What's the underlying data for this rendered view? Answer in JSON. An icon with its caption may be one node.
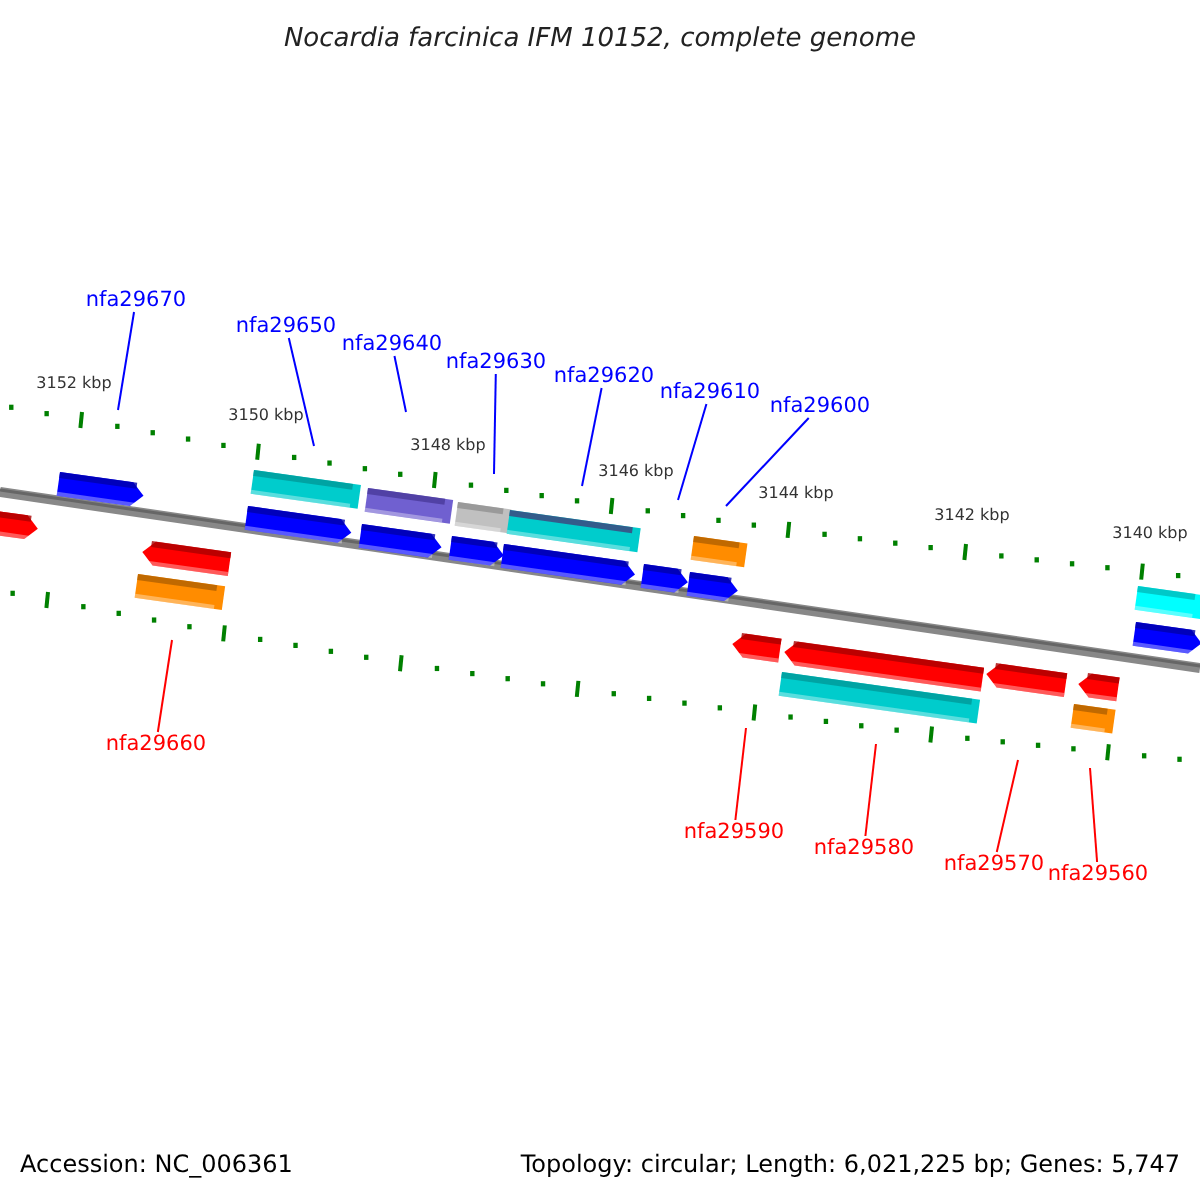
{
  "diagram": {
    "title": "Nocardia farcinica IFM 10152, complete genome",
    "nodes": [
      {
        "text": [
          "nfa29670"
        ]
      },
      {
        "text": [
          "nfa29650"
        ]
      },
      {
        "text": [
          "nfa29640"
        ]
      },
      {
        "text": [
          "nfa29630"
        ]
      },
      {
        "text": [
          "nfa29620"
        ]
      },
      {
        "text": [
          "nfa29610"
        ]
      },
      {
        "text": [
          "nfa29600"
        ]
      },
      {
        "text": [
          "nfa29660"
        ]
      },
      {
        "text": [
          "nfa29590"
        ]
      },
      {
        "text": [
          "nfa29580"
        ]
      },
      {
        "text": [
          "nfa29570"
        ]
      },
      {
        "text": [
          "nfa29560"
        ]
      }
    ],
    "edges": [
      {
        "from": 0,
        "to": null,
        "arrow": "none"
      },
      {
        "from": 1,
        "to": null,
        "arrow": "none"
      },
      {
        "from": 2,
        "to": null,
        "arrow": "none"
      },
      {
        "from": 3,
        "to": null,
        "arrow": "none"
      },
      {
        "from": 4,
        "to": null,
        "arrow": "none"
      },
      {
        "from": 5,
        "to": null,
        "arrow": "none"
      },
      {
        "from": 6,
        "to": null,
        "arrow": "none"
      },
      {
        "from": 7,
        "to": null,
        "arrow": "none",
        "color": "#ff0000"
      },
      {
        "from": 8,
        "to": null,
        "arrow": "none",
        "color": "#ff0000"
      },
      {
        "from": 9,
        "to": null,
        "arrow": "none",
        "color": "#ff0000"
      },
      {
        "from": 10,
        "to": null,
        "arrow": "none",
        "color": "#ff0000"
      },
      {
        "from": 11,
        "to": null,
        "arrow": "none",
        "color": "#ff0000"
      }
    ],
    "labels": [
      "3152 kbp",
      "3150 kbp",
      "3148 kbp",
      "3146 kbp",
      "3144 kbp",
      "3142 kbp",
      "3140 kbp",
      "Accession: NC_006361",
      "Topology: circular; Length: 6,021,225 bp; Genes: 5,747"
    ]
  }
}
